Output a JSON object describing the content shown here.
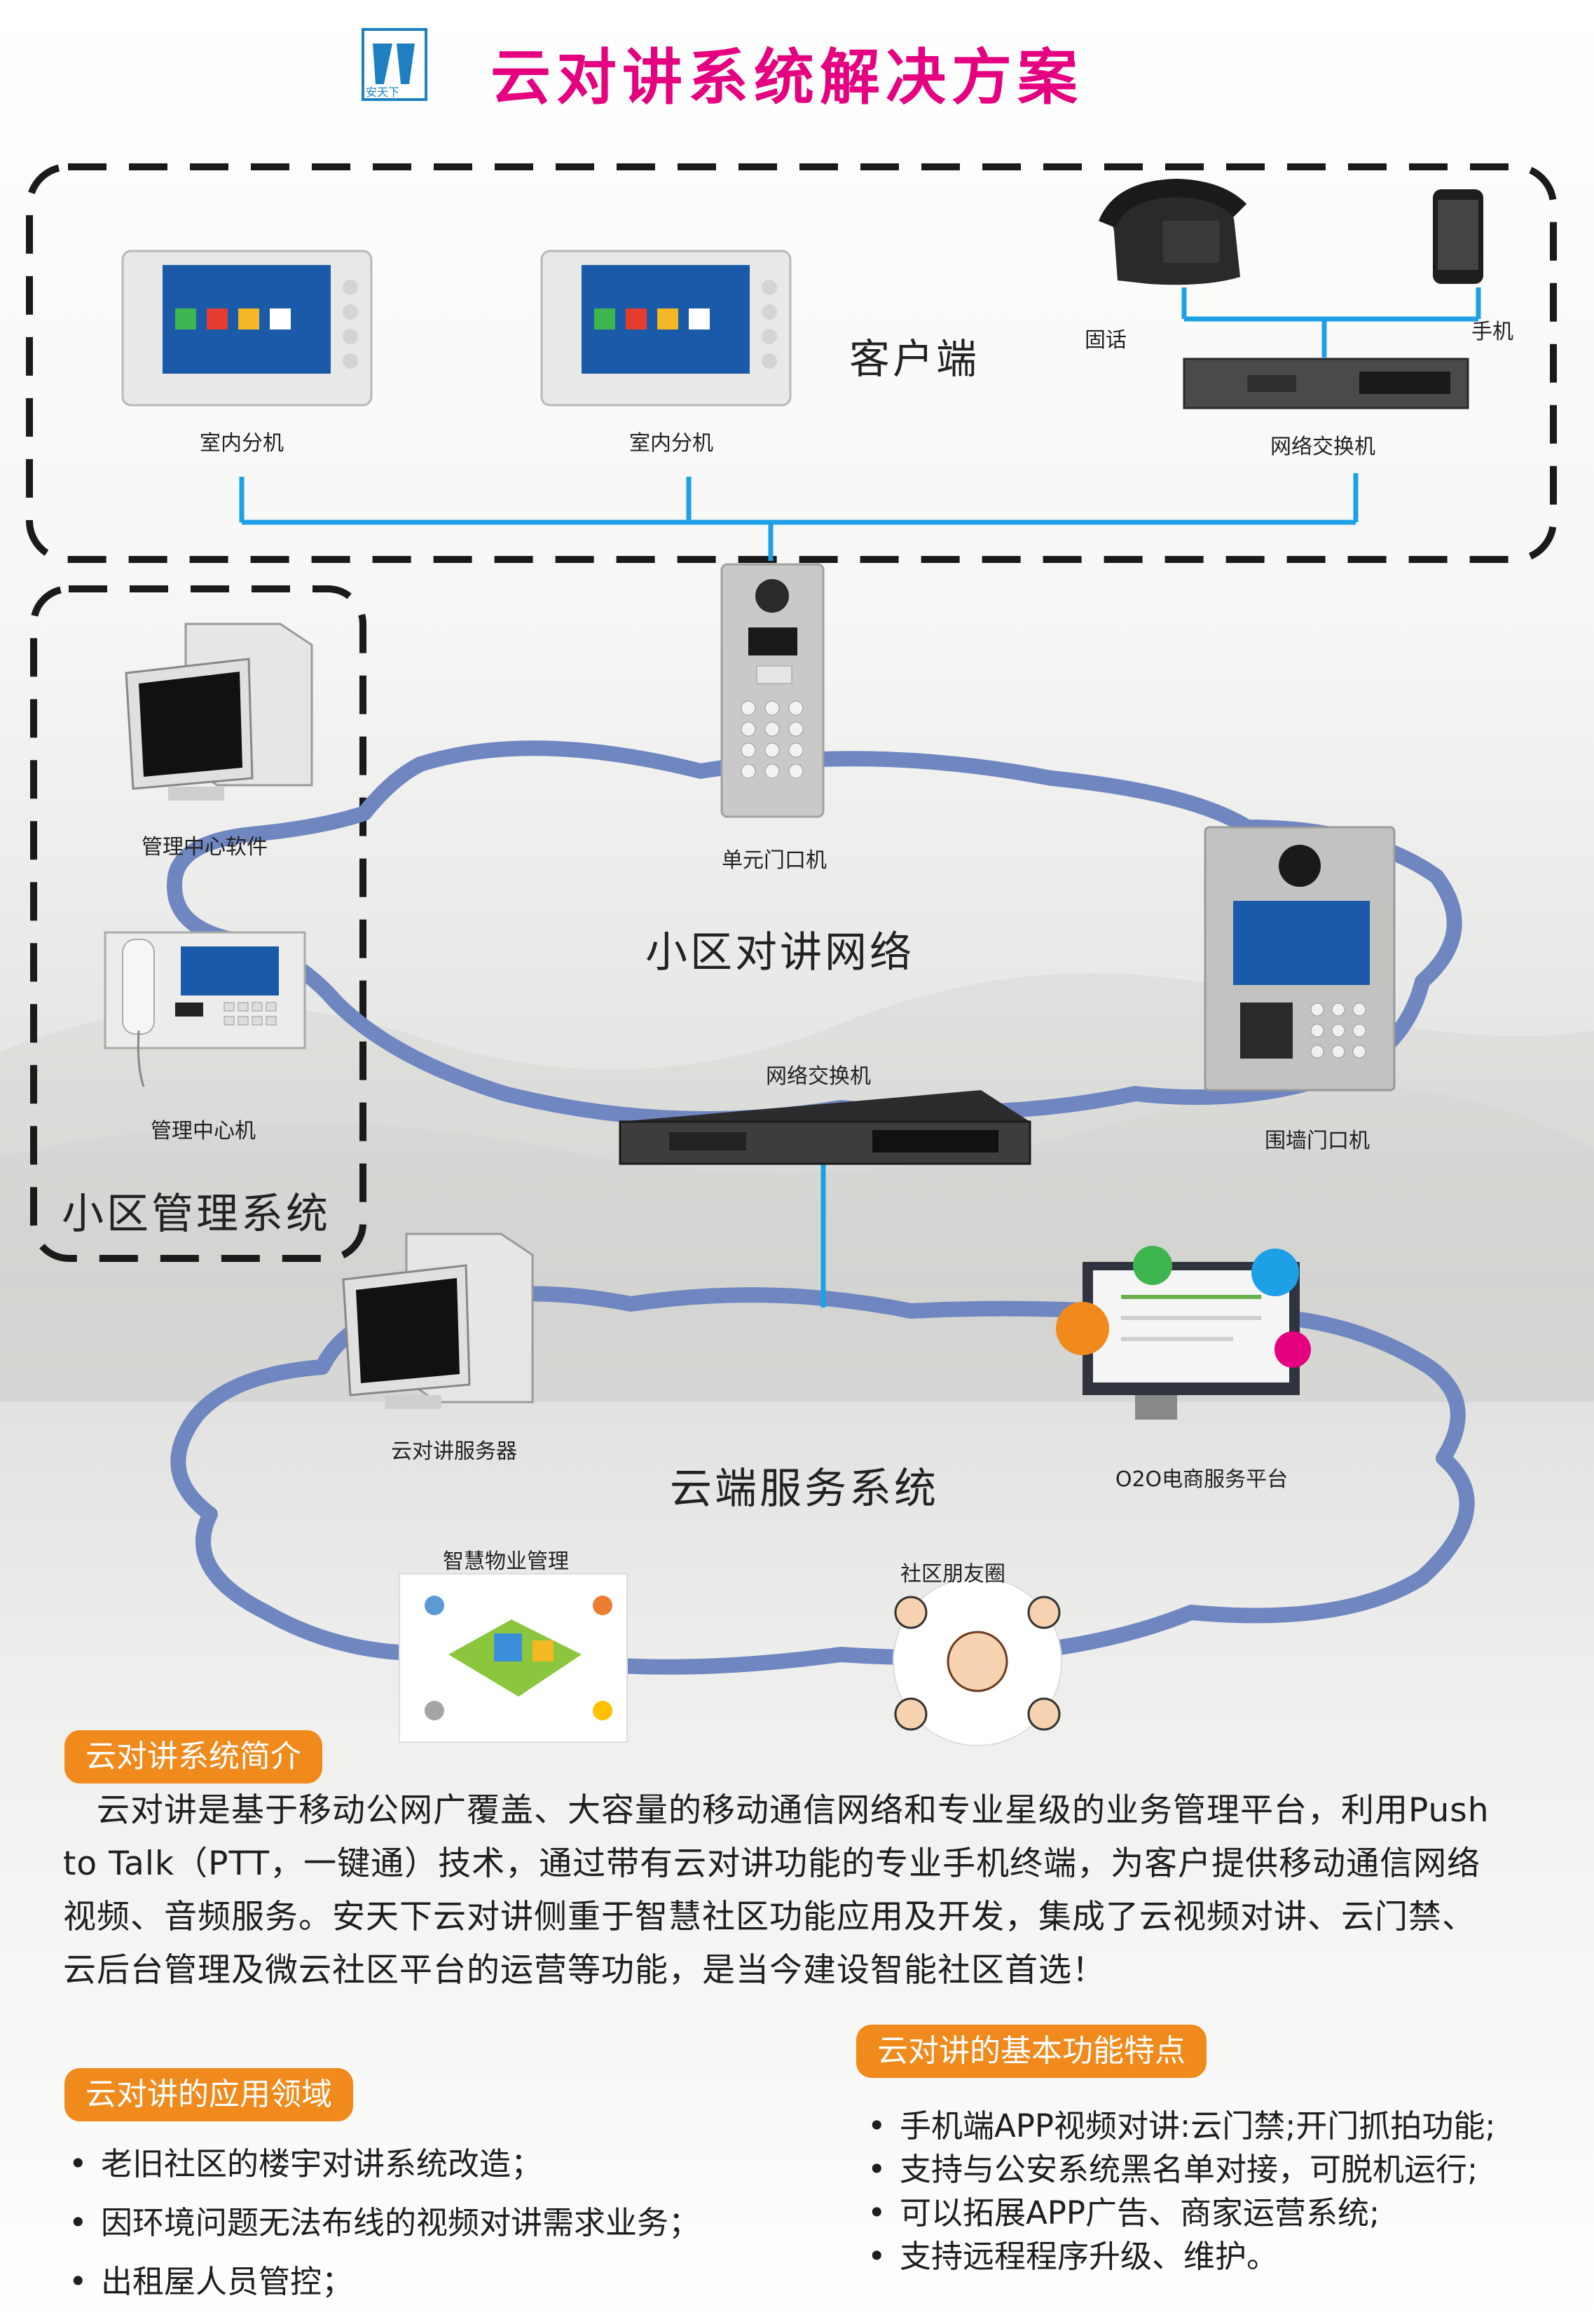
{
  "header": {
    "title": "云对讲系统解决方案",
    "logo_text": "安天下"
  },
  "colors": {
    "title": "#e4007f",
    "connector": "#1ea0e6",
    "cloud_outline": "#6f86c1",
    "tag_bg": "#f08a1c"
  },
  "client_group": {
    "title": "客户端",
    "indoor_unit_1": "室内分机",
    "indoor_unit_2": "室内分机",
    "landline": "固话",
    "mobile": "手机",
    "switch": "网络交换机"
  },
  "management_group": {
    "title": "小区管理系统",
    "software": "管理中心软件",
    "console": "管理中心机"
  },
  "intercom_network": {
    "title": "小区对讲网络",
    "unit_door": "单元门口机",
    "switch": "网络交换机",
    "wall_door": "围墙门口机"
  },
  "cloud_services": {
    "title": "云端服务系统",
    "server": "云对讲服务器",
    "o2o": "O2O电商服务平台",
    "property": "智慧物业管理",
    "friends": "社区朋友圈"
  },
  "intro": {
    "tag": "云对讲系统简介",
    "text": "云对讲是基于移动公网广覆盖、大容量的移动通信网络和专业星级的业务管理平台，利用Push to Talk（PTT，一键通）技术，通过带有云对讲功能的专业手机终端，为客户提供移动通信网络视频、音频服务。安天下云对讲侧重于智慧社区功能应用及开发，集成了云视频对讲、云门禁、云后台管理及微云社区平台的运营等功能，是当今建设智能社区首选！"
  },
  "applications": {
    "tag": "云对讲的应用领域",
    "items": [
      "老旧社区的楼宇对讲系统改造；",
      "因环境问题无法布线的视频对讲需求业务；",
      "出租屋人员管控；"
    ]
  },
  "features": {
    "tag": "云对讲的基本功能特点",
    "items": [
      "手机端APP视频对讲:云门禁;开门抓拍功能;",
      "支持与公安系统黑名单对接，可脱机运行;",
      "可以拓展APP广告、商家运营系统;",
      "支持远程程序升级、维护。"
    ]
  }
}
